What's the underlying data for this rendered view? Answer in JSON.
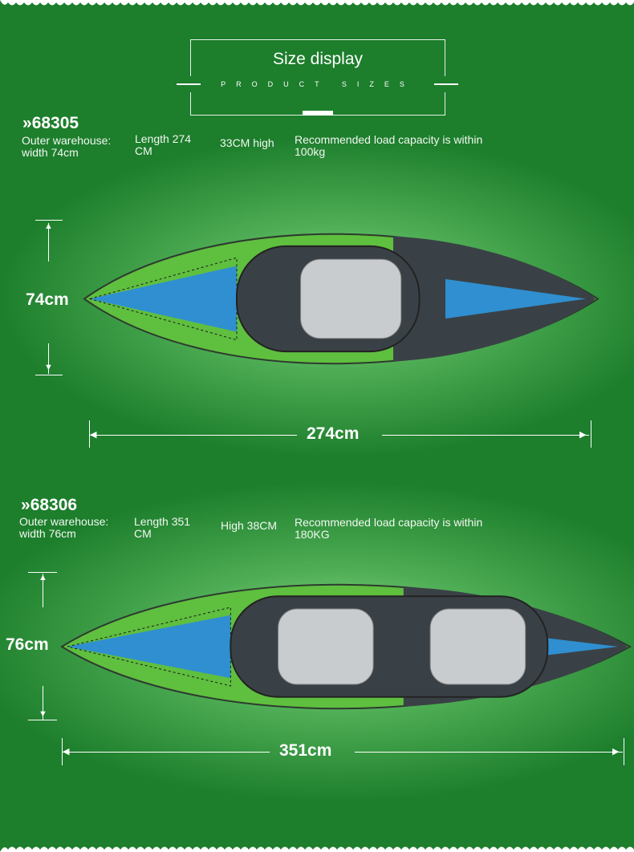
{
  "header": {
    "title": "Size display",
    "subtitle": "PRODUCT SIZES"
  },
  "products": [
    {
      "model": "68305",
      "specs": [
        "Outer warehouse: width 74cm",
        "Length 274 CM",
        "33CM high",
        "Recommended load capacity is within 100kg"
      ],
      "width_label": "74cm",
      "length_label": "274cm",
      "seats": 1
    },
    {
      "model": "68306",
      "specs": [
        "Outer warehouse: width 76cm",
        "Length 351 CM",
        "High 38CM",
        "Recommended load capacity is within 180KG"
      ],
      "width_label": "76cm",
      "length_label": "351cm",
      "seats": 2
    }
  ],
  "colors": {
    "background": "#1d7e2c",
    "hull_green": "#5fbf3f",
    "hull_blue": "#2f8fd0",
    "hull_dark": "#3a4146",
    "seat": "#c9cccf"
  }
}
